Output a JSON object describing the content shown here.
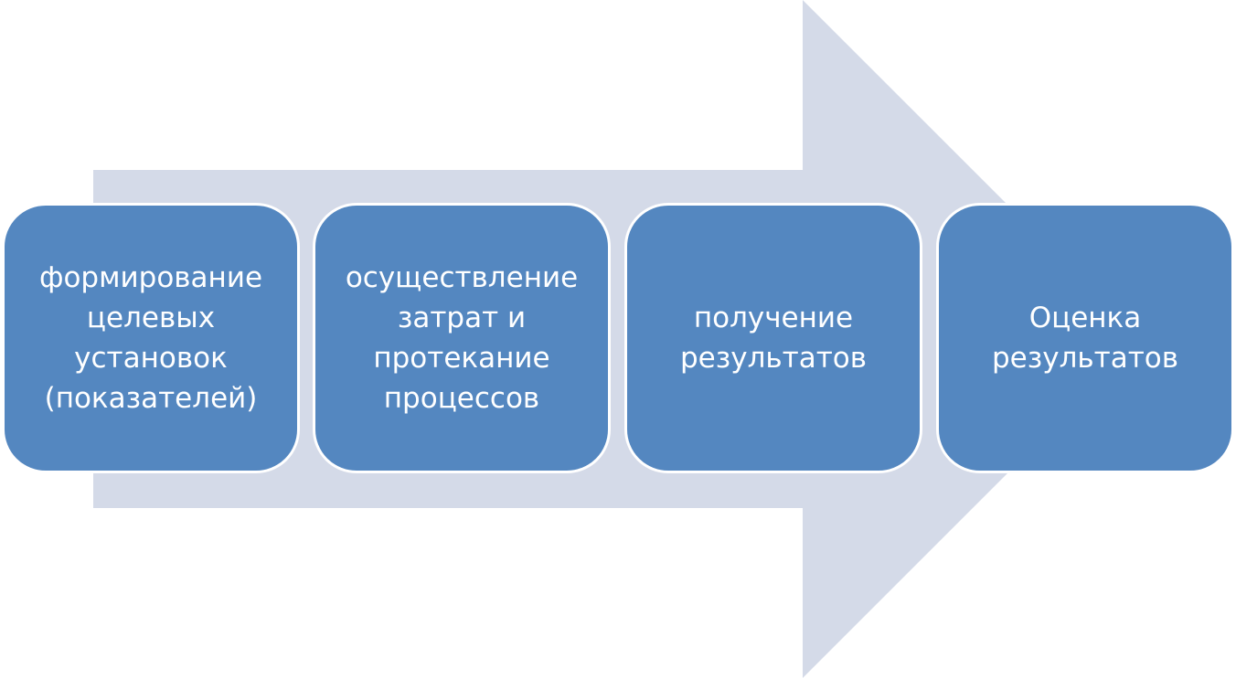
{
  "colors": {
    "arrow_fill": "#d4dae8",
    "step_fill": "#5487c0",
    "step_border": "#ffffff",
    "step_text": "#ffffff"
  },
  "steps": [
    {
      "label": "формирование\nцелевых\nустановок\n(показателей)"
    },
    {
      "label": "осуществление\nзатрат и\nпротекание\nпроцессов"
    },
    {
      "label": "получение\nрезультатов"
    },
    {
      "label": "Оценка\nрезультатов"
    }
  ]
}
